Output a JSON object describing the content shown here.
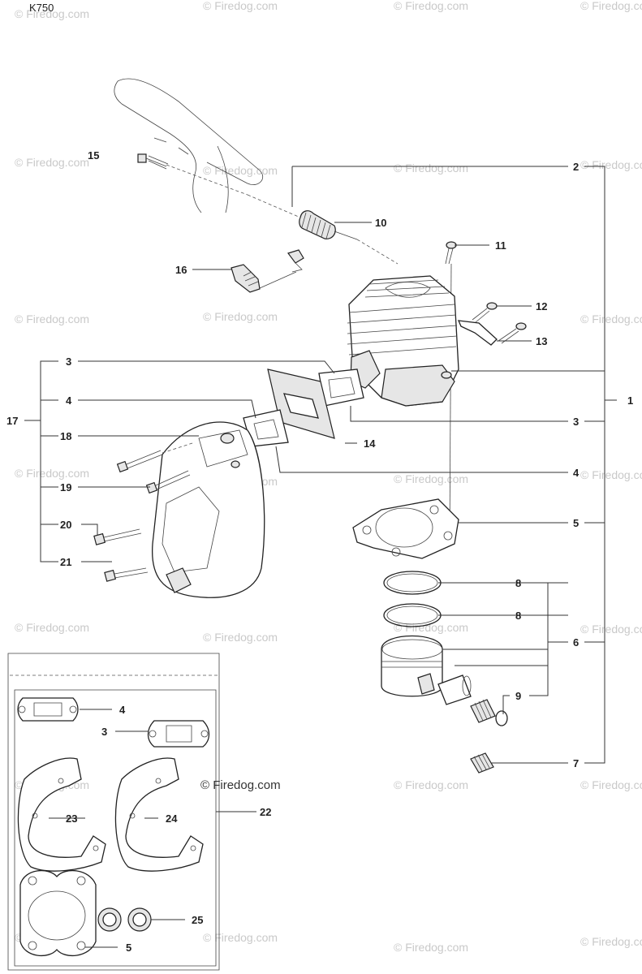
{
  "model": "K750",
  "watermark": "© Firedog.com",
  "kit_stamp": "© Firedog.com",
  "callouts": {
    "c1": "1",
    "c2": "2",
    "c3a": "3",
    "c3b": "3",
    "c3c": "3",
    "c4a": "4",
    "c4b": "4",
    "c4c": "4",
    "c5a": "5",
    "c5b": "5",
    "c6": "6",
    "c7": "7",
    "c8a": "8",
    "c8b": "8",
    "c9": "9",
    "c10": "10",
    "c11": "11",
    "c12": "12",
    "c13": "13",
    "c14": "14",
    "c15": "15",
    "c16": "16",
    "c17": "17",
    "c18": "18",
    "c19": "19",
    "c20": "20",
    "c21": "21",
    "c22": "22",
    "c23": "23",
    "c24": "24",
    "c25": "25"
  }
}
